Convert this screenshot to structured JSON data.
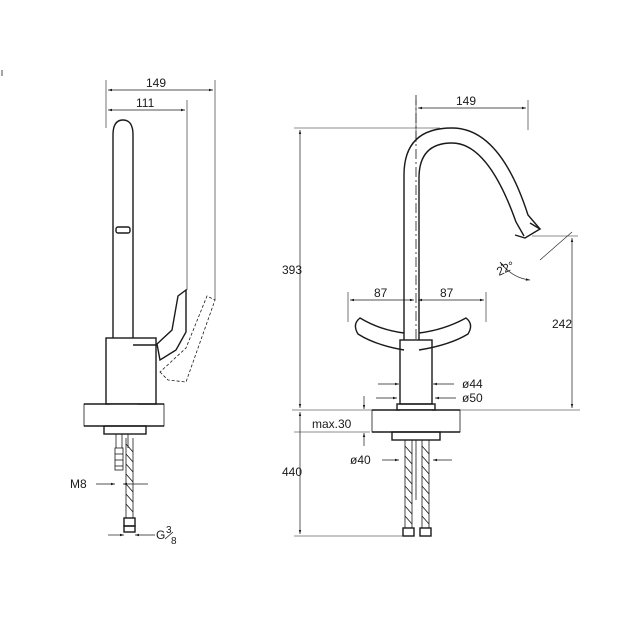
{
  "side_view": {
    "width_overall": "149",
    "width_spout": "111",
    "thread_label": "M8",
    "connector_label": "G",
    "connector_fraction_num": "3",
    "connector_fraction_den": "8"
  },
  "front_view": {
    "width_top": "149",
    "angle": "22°",
    "height_overall": "393",
    "height_outlet": "242",
    "handle_left": "87",
    "handle_right": "87",
    "diameter_body": "ø44",
    "diameter_base": "ø50",
    "max_deck": "max.30",
    "diameter_hole": "ø40",
    "hose_length": "440"
  },
  "colors": {
    "line": "#1a1a1a",
    "background": "#ffffff"
  }
}
